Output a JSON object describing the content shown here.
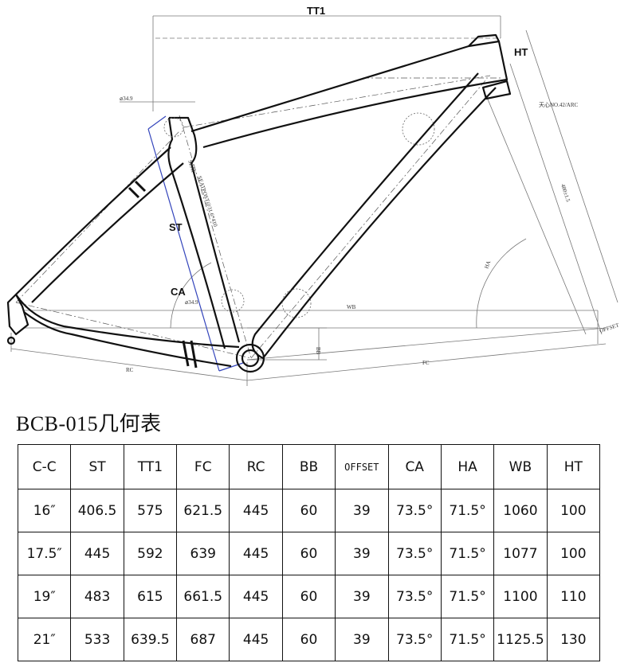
{
  "diagram": {
    "labels": {
      "tt1": "TT1",
      "ht": "HT",
      "st": "ST",
      "ca": "CA"
    },
    "dimension_labels": {
      "wb": "WB",
      "rc": "RC",
      "fc": "FC",
      "bb": "BB",
      "offset": "OFFSET",
      "ha": "HA",
      "seat": "SEAT",
      "seatpost": "SEATPOST@31.6*410",
      "headtube_note": "天心NO.42/ARC",
      "fork_len": "480±1.5",
      "st_clamp": "⌀34.9",
      "bb_clamp": "⌀34.9"
    }
  },
  "table": {
    "title": "BCB-015几何表",
    "headers": [
      "C-C",
      "ST",
      "TT1",
      "FC",
      "RC",
      "BB",
      "OFFSET",
      "CA",
      "HA",
      "WB",
      "HT"
    ],
    "rows": [
      [
        "16″",
        "406.5",
        "575",
        "621.5",
        "445",
        "60",
        "39",
        "73.5°",
        "71.5°",
        "1060",
        "100"
      ],
      [
        "17.5″",
        "445",
        "592",
        "639",
        "445",
        "60",
        "39",
        "73.5°",
        "71.5°",
        "1077",
        "100"
      ],
      [
        "19″",
        "483",
        "615",
        "661.5",
        "445",
        "60",
        "39",
        "73.5°",
        "71.5°",
        "1100",
        "110"
      ],
      [
        "21″",
        "533",
        "639.5",
        "687",
        "445",
        "60",
        "39",
        "73.5°",
        "71.5°",
        "1125.5",
        "130"
      ]
    ]
  }
}
